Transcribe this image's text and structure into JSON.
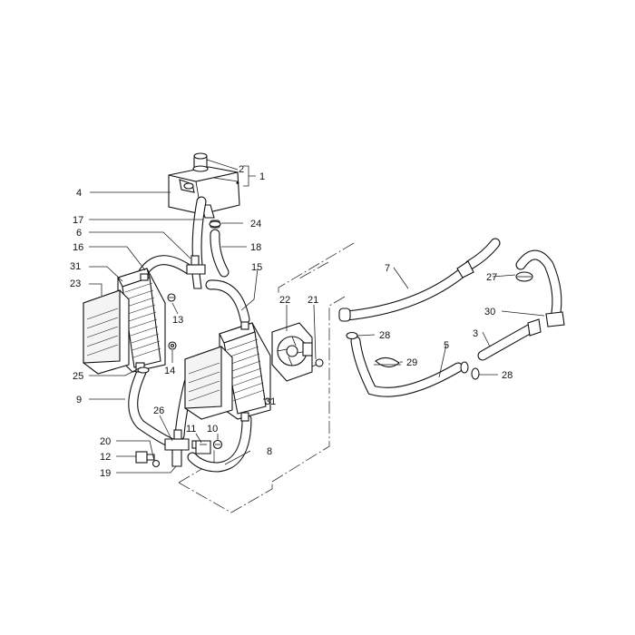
{
  "diagram": {
    "callouts": [
      "1",
      "2",
      "3",
      "4",
      "5",
      "6",
      "7",
      "8",
      "9",
      "10",
      "11",
      "12",
      "13",
      "14",
      "15",
      "16",
      "17",
      "18",
      "19",
      "20",
      "21",
      "22",
      "23",
      "24",
      "25",
      "26",
      "27",
      "28",
      "29",
      "30",
      "31"
    ],
    "bracket_marker": "•"
  }
}
